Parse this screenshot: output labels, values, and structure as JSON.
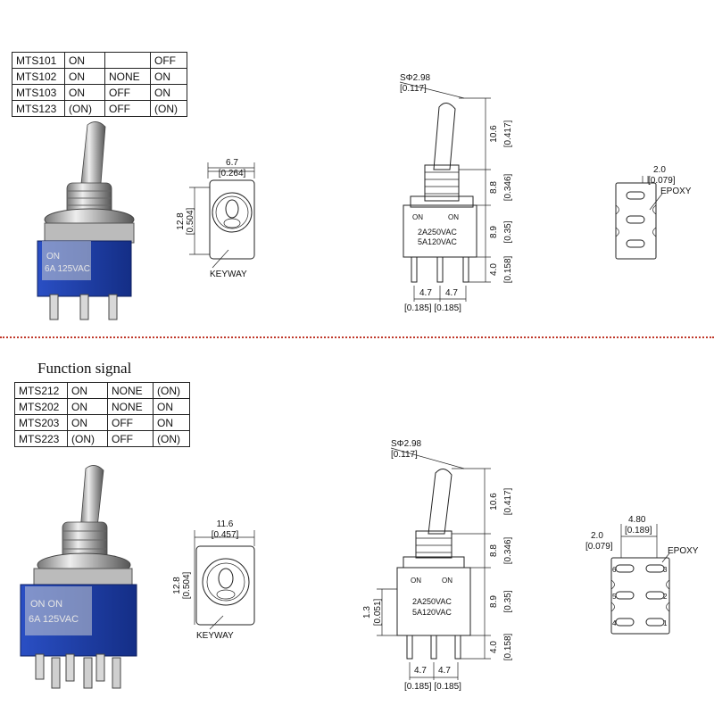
{
  "top": {
    "table": [
      [
        "MTS101",
        "ON",
        "",
        "OFF"
      ],
      [
        "MTS102",
        "ON",
        "NONE",
        "ON"
      ],
      [
        "MTS103",
        "ON",
        "OFF",
        "ON"
      ],
      [
        "MTS123",
        "(ON)",
        "OFF",
        "(ON)"
      ]
    ],
    "photo_label": {
      "line1": "ON",
      "line2": "6A 125VAC"
    },
    "front": {
      "width": "6.7",
      "width_in": "[0.264]",
      "height": "12.8",
      "height_in": "[0.504]",
      "keyway": "KEYWAY"
    },
    "side": {
      "s_dim": "SΦ2.98",
      "s_dim_in": "[0.117]",
      "d1": "10.6",
      "d1_in": "[0.417]",
      "d2": "8.8",
      "d2_in": "[0.346]",
      "d3": "8.9",
      "d3_in": "[0.35]",
      "d4": "4.0",
      "d4_in": "[0.158]",
      "on_left": "ON",
      "on_right": "ON",
      "rating1": "2A250VAC",
      "rating2": "5A120VAC",
      "pitch1": "4.7",
      "pitch2": "4.7",
      "pitch_in": "[0.185]  [0.185]"
    },
    "bottom": {
      "dim": "2.0",
      "dim_in": "[0.079]",
      "epoxy": "EPOXY"
    }
  },
  "bottom_section": {
    "heading": "Function signal",
    "table": [
      [
        "MTS212",
        "ON",
        "NONE",
        "(ON)"
      ],
      [
        "MTS202",
        "ON",
        "NONE",
        "ON"
      ],
      [
        "MTS203",
        "ON",
        "OFF",
        "ON"
      ],
      [
        "MTS223",
        "(ON)",
        "OFF",
        "(ON)"
      ]
    ],
    "photo_label": {
      "line1": "ON   ON",
      "line2": "6A 125VAC"
    },
    "front": {
      "width": "11.6",
      "width_in": "[0.457]",
      "height": "12.8",
      "height_in": "[0.504]",
      "keyway": "KEYWAY"
    },
    "side": {
      "s_dim": "SΦ2.98",
      "s_dim_in": "[0.117]",
      "d1": "10.6",
      "d1_in": "[0.417]",
      "d2": "8.8",
      "d2_in": "[0.346]",
      "d3": "8.9",
      "d3_in": "[0.35]",
      "d4": "4.0",
      "d4_in": "[0.158]",
      "side_dim": "1.3",
      "side_dim_in": "[0.051]",
      "on_left": "ON",
      "on_right": "ON",
      "rating1": "2A250VAC",
      "rating2": "5A120VAC",
      "pitch1": "4.7",
      "pitch2": "4.7",
      "pitch_in": "[0.185]  [0.185]"
    },
    "bottom": {
      "dim1": "2.0",
      "dim1_in": "[0.079]",
      "dim2": "4.80",
      "dim2_in": "[0.189]",
      "epoxy": "EPOXY",
      "pins": [
        "6",
        "3",
        "5",
        "2",
        "4",
        "1"
      ]
    }
  },
  "colors": {
    "switch_body": "#1f3fa8",
    "divider": "#c0392b"
  }
}
